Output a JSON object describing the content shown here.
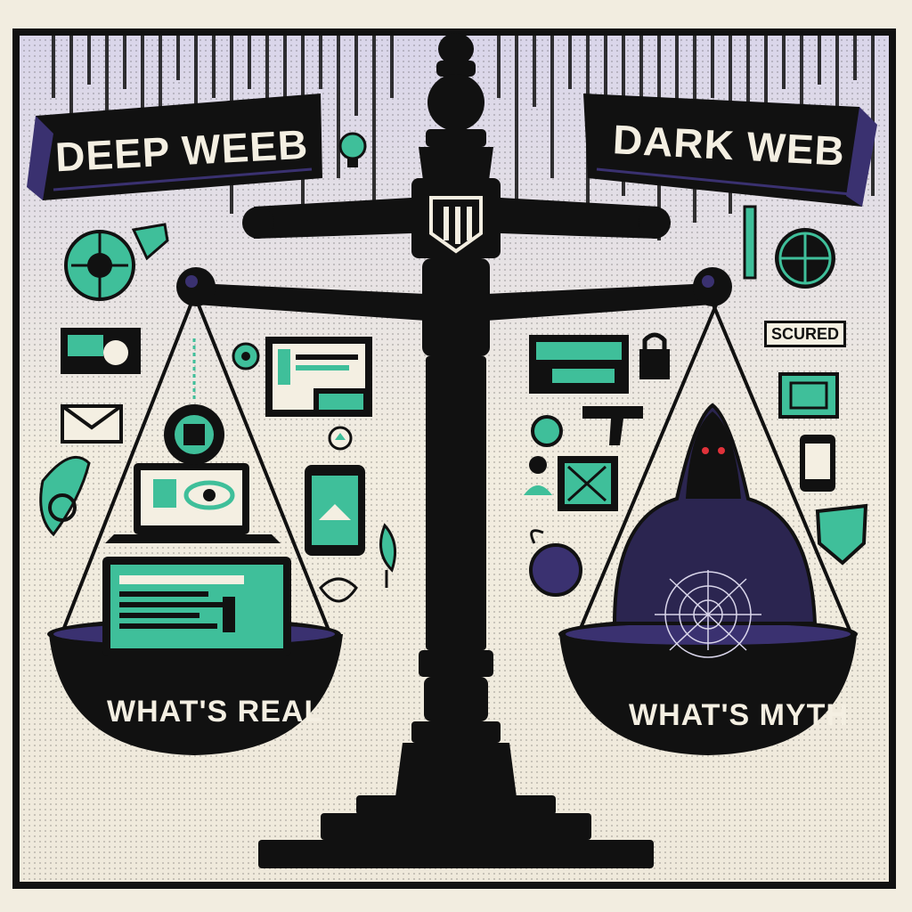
{
  "banners": {
    "left": "DEEP WEEB",
    "right": "DARK WEB"
  },
  "pans": {
    "left": "WHAT'S REAL",
    "right": "WHAT'S MYTH"
  },
  "badge": "SCURED",
  "colors": {
    "background": "#f2ede0",
    "ink": "#111111",
    "accent_green": "#3fbf9a",
    "accent_purple": "#3a3170",
    "hood_eyes": "#e0323a"
  }
}
